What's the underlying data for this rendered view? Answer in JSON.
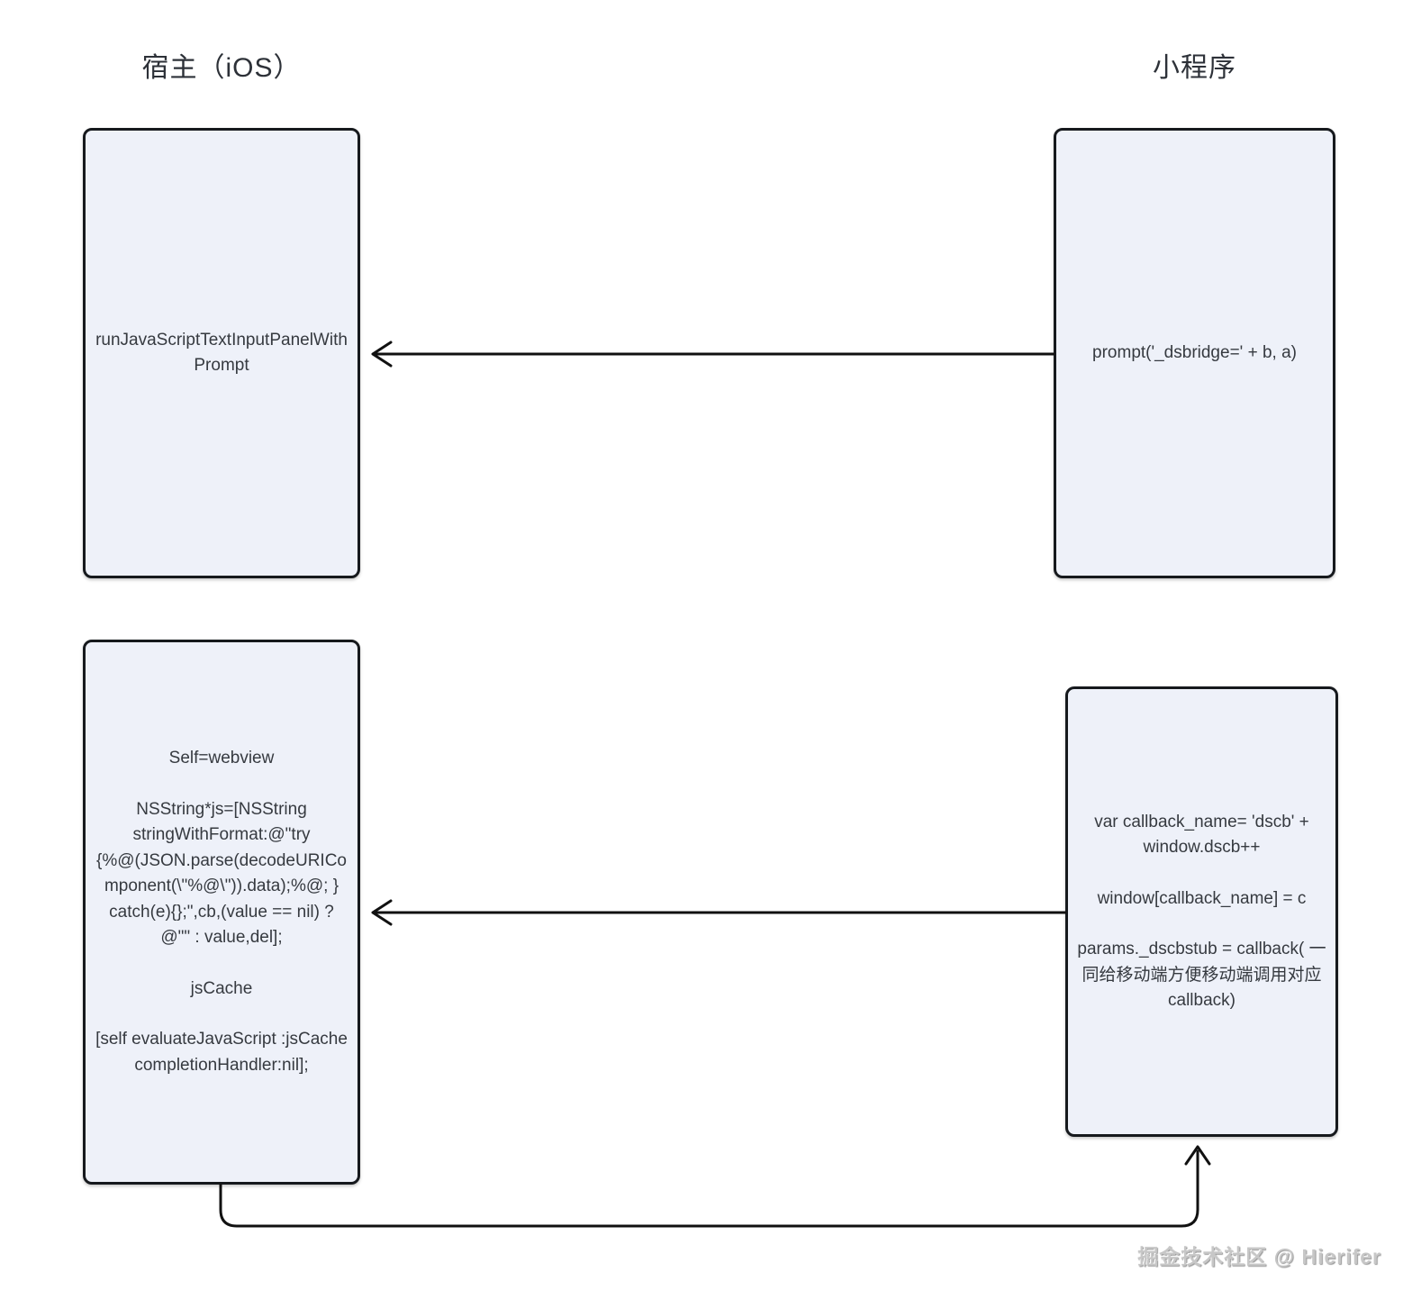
{
  "diagram": {
    "columns": {
      "host_title": "宿主（iOS）",
      "mini_title": "小程序"
    },
    "boxes": {
      "host_top": {
        "text": "runJavaScriptTextInputPanelWithPrompt"
      },
      "mini_top": {
        "text": "prompt('_dsbridge=' + b, a)"
      },
      "host_bottom": {
        "paragraphs": [
          "Self=webview",
          "NSString*js=[NSString stringWithFormat:@\"try {%@(JSON.parse(decodeURIComponent(\\\"%@\\\")).data);%@; } catch(e){};\",cb,(value == nil) ? @\"\" : value,del];",
          "jsCache",
          "[self evaluateJavaScript :jsCache completionHandler:nil];"
        ]
      },
      "mini_bottom": {
        "paragraphs": [
          "var callback_name= 'dscb' + window.dscb++",
          "window[callback_name] = c",
          "params._dscbstub = callback( 一同给移动端方便移动端调用对应 callback)"
        ]
      }
    },
    "arrows": {
      "top": {
        "from": "mini_top",
        "to": "host_top",
        "direction": "left"
      },
      "middle": {
        "from": "mini_bottom",
        "to": "host_bottom",
        "direction": "left"
      },
      "bottom": {
        "from": "host_bottom",
        "to": "mini_bottom",
        "direction": "up"
      }
    },
    "colors": {
      "box_fill": "#eef1f9",
      "box_border": "#16191d",
      "line": "#111111",
      "text": "#363a40",
      "title": "#2d3138",
      "watermark": "#c7c7c7"
    }
  },
  "watermark": {
    "text": "掘金技术社区 @ Hierifer"
  }
}
